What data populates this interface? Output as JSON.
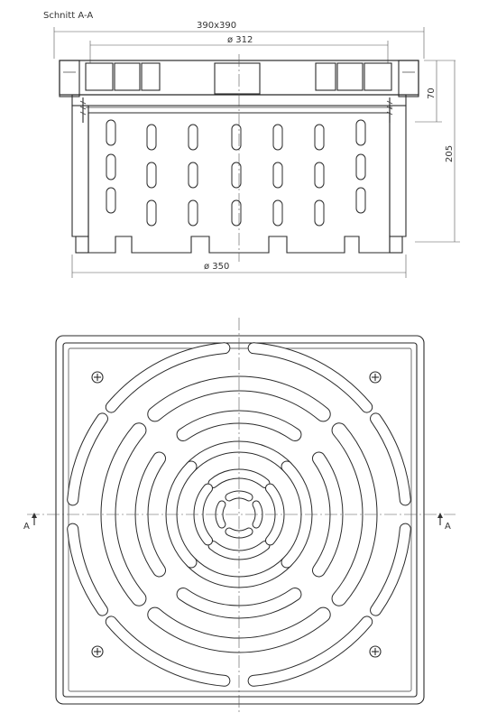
{
  "section": {
    "title": "Schnitt A-A",
    "dim_width": "390x390",
    "dim_inner": "ø 312",
    "dim_base": "ø 350",
    "dim_height_top": "70",
    "dim_height_total": "205"
  },
  "plan": {
    "section_mark_left": "A",
    "section_mark_right": "A"
  },
  "colors": {
    "line": "#2a2a2a",
    "dimension": "#555555",
    "background": "#ffffff"
  }
}
